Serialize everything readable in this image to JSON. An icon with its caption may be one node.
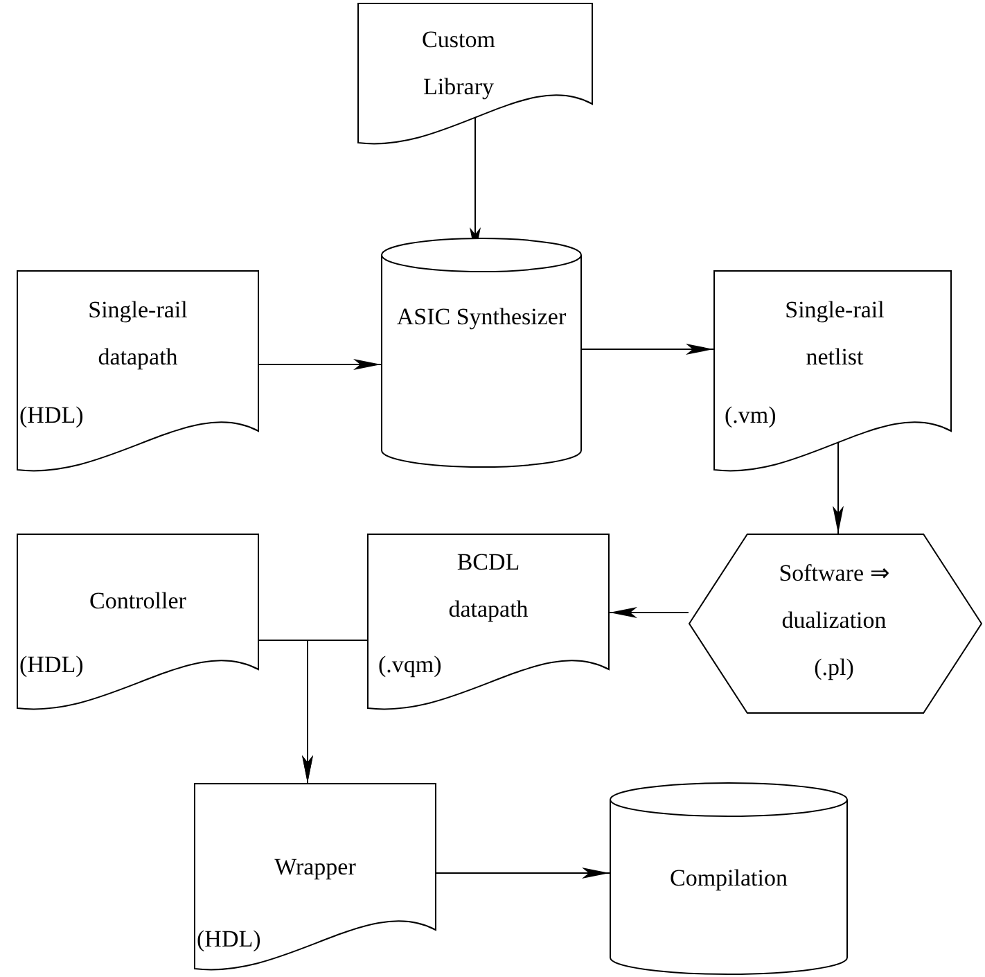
{
  "diagram": {
    "nodes": [
      {
        "text": [
          "Custom Library"
        ]
      },
      {
        "text": [
          "ASIC Synthesizer"
        ]
      },
      {
        "text": [
          "Single-rail datapath",
          "(HDL)"
        ]
      },
      {
        "text": [
          "Single-rail netlist",
          "(.vm)"
        ]
      },
      {
        "text": [
          "Software ⇒ dualization",
          "(.pl)"
        ]
      },
      {
        "text": [
          "Controller",
          "(HDL)"
        ]
      },
      {
        "text": [
          "BCDL datapath",
          "(.vqm)"
        ]
      },
      {
        "text": [
          "Wrapper",
          "(HDL)"
        ]
      },
      {
        "text": [
          "Compilation"
        ]
      }
    ],
    "edges": [
      {
        "from": 0,
        "to": 1,
        "arrow": "to"
      },
      {
        "from": 2,
        "to": 1,
        "arrow": "to"
      },
      {
        "from": 1,
        "to": 3,
        "arrow": "to"
      },
      {
        "from": 3,
        "to": 4,
        "arrow": "to"
      },
      {
        "from": 4,
        "to": 6,
        "arrow": "to"
      },
      {
        "from": 5,
        "to": 7,
        "arrow": "to"
      },
      {
        "from": 6,
        "to": 7,
        "arrow": "to"
      },
      {
        "from": 7,
        "to": 8,
        "arrow": "to"
      }
    ]
  }
}
